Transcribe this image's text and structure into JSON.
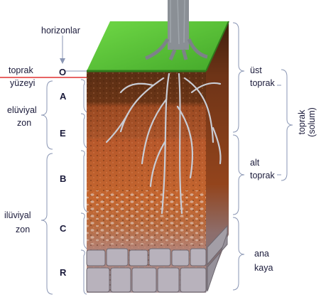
{
  "labels": {
    "horizonlar": "horizonlar",
    "toprak_yuzeyi_1": "toprak",
    "toprak_yuzeyi_2": "yüzeyi",
    "eluviyal_1": "elüviyal",
    "eluviyal_2": "zon",
    "iluviyal_1": "ilüviyal",
    "iluviyal_2": "zon",
    "ust_toprak_1": "üst",
    "ust_toprak_2": "toprak",
    "alt_toprak_1": "alt",
    "alt_toprak_2": "toprak",
    "ana_kaya_1": "ana",
    "ana_kaya_2": "kaya",
    "solum_1": "toprak",
    "solum_2": "(solum)"
  },
  "horizons": [
    "O",
    "A",
    "E",
    "B",
    "C",
    "R"
  ],
  "colors": {
    "grass": "#5cc93a",
    "grass_dark": "#3f9a26",
    "surface_line": "#e03030",
    "brace": "#8a96b4",
    "label_text": "#1a1a3a"
  }
}
